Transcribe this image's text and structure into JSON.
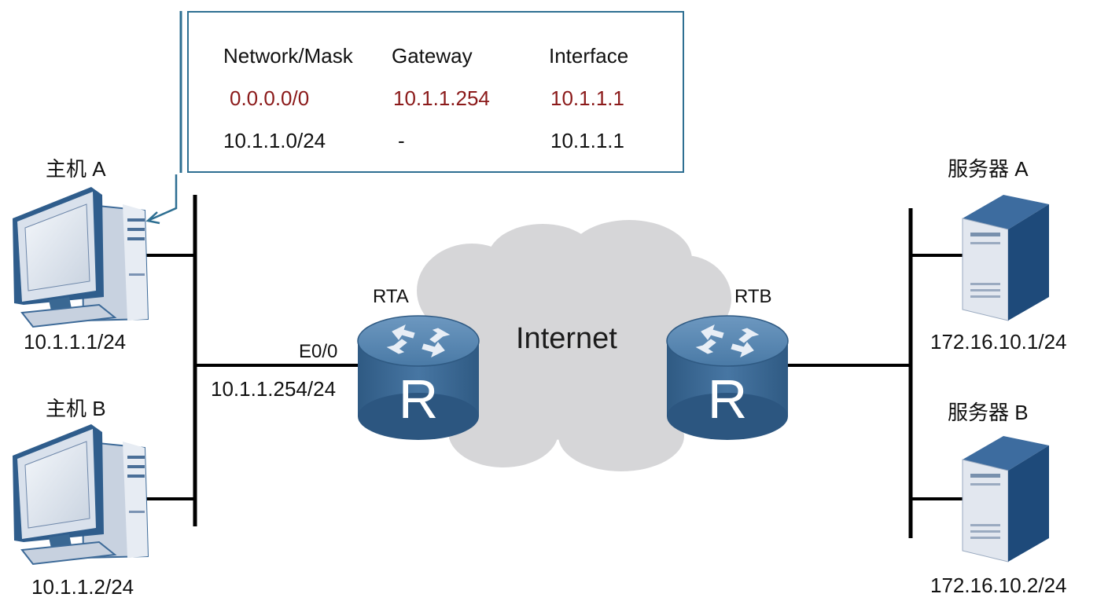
{
  "route_table": {
    "headers": [
      "Network/Mask",
      "Gateway",
      "Interface"
    ],
    "rows": [
      {
        "network": "0.0.0.0/0",
        "gateway": "10.1.1.254",
        "interface": "10.1.1.1",
        "highlight": true
      },
      {
        "network": "10.1.1.0/24",
        "gateway": "-",
        "interface": "10.1.1.1",
        "highlight": false
      }
    ]
  },
  "hosts": [
    {
      "name": "主机 A",
      "ip": "10.1.1.1/24"
    },
    {
      "name": "主机 B",
      "ip": "10.1.1.2/24"
    }
  ],
  "servers": [
    {
      "name": "服务器 A",
      "ip": "172.16.10.1/24"
    },
    {
      "name": "服务器 B",
      "ip": "172.16.10.2/24"
    }
  ],
  "routers": [
    {
      "name": "RTA",
      "glyph": "R",
      "interface": "E0/0",
      "interface_ip": "10.1.1.254/24"
    },
    {
      "name": "RTB",
      "glyph": "R"
    }
  ],
  "cloud_label": "Internet",
  "colors": {
    "highlight_text": "#8b1a1a",
    "box_border": "#2e6f92",
    "router_body": "#3c6b95",
    "router_top": "#5b89b3",
    "cloud": "#d5d5d7",
    "server_dark": "#1f4c7e",
    "server_light": "#dfe4ec",
    "pc_body": "#dbe3ee",
    "pc_screen": "#2d5a8a"
  }
}
